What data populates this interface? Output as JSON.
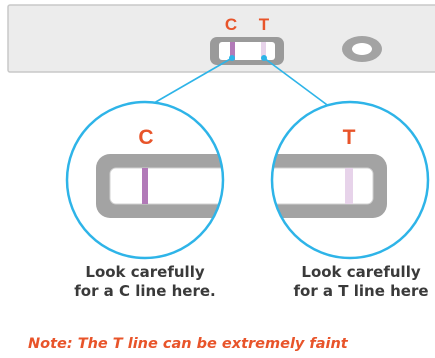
{
  "labels": {
    "top_c": "C",
    "top_t": "T",
    "zoom_c": "C",
    "zoom_t": "T"
  },
  "captions": {
    "c_line1": "Look carefully",
    "c_line2": "for a C line here.",
    "t_line1": "Look carefully",
    "t_line2": "for a T line here"
  },
  "note": "Note: The T line can be extremely faint",
  "colors": {
    "label_orange": "#e8542a",
    "connector_blue": "#2eb4e8",
    "c_line": "#b27ab8",
    "t_line": "#e7d3ea",
    "cassette_gray": "#a3a3a3",
    "strip_body": "#ececec",
    "caption_text": "#3a3a3a"
  }
}
